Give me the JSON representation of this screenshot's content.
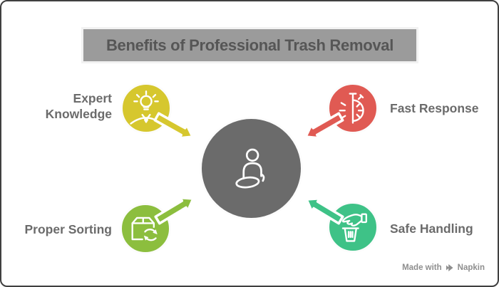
{
  "title": "Benefits of Professional Trash Removal",
  "center": {
    "icon": "meditating-person-icon",
    "color": "#6b6b6b"
  },
  "benefits": [
    {
      "label": "Expert Knowledge",
      "color": "#d6c72e",
      "icon": "lightbulb-expert-icon",
      "position": "top-left"
    },
    {
      "label": "Fast Response",
      "color": "#e05a53",
      "icon": "stopwatch-icon",
      "position": "top-right"
    },
    {
      "label": "Proper Sorting",
      "color": "#8cbe3e",
      "icon": "recycle-box-icon",
      "position": "bottom-left"
    },
    {
      "label": "Safe Handling",
      "color": "#3ec287",
      "icon": "hand-trash-icon",
      "position": "bottom-right"
    }
  ],
  "watermark": {
    "prefix": "Made with",
    "brand": "Napkin"
  },
  "title_bar": {
    "background": "#9b9b9b",
    "text_color": "#565656"
  }
}
